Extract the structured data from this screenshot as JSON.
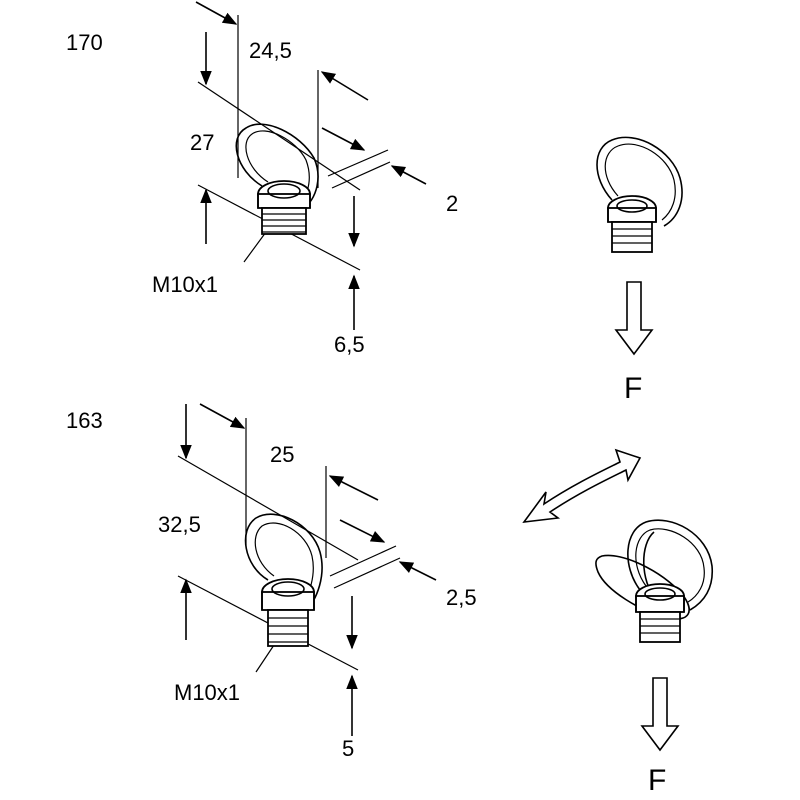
{
  "top": {
    "article": "170",
    "dim_width": "24,5",
    "dim_height": "27",
    "dim_wire": "2",
    "dim_thread": "M10x1",
    "dim_thread_len": "6,5",
    "force": "F"
  },
  "bottom": {
    "article": "163",
    "dim_width": "25",
    "dim_height": "32,5",
    "dim_wire": "2,5",
    "dim_thread": "M10x1",
    "dim_thread_len": "5",
    "force": "F"
  },
  "icons": [
    "dimension-arrow-icon",
    "force-arrow-icon",
    "swivel-arrow-icon",
    "ring-nut-icon"
  ]
}
